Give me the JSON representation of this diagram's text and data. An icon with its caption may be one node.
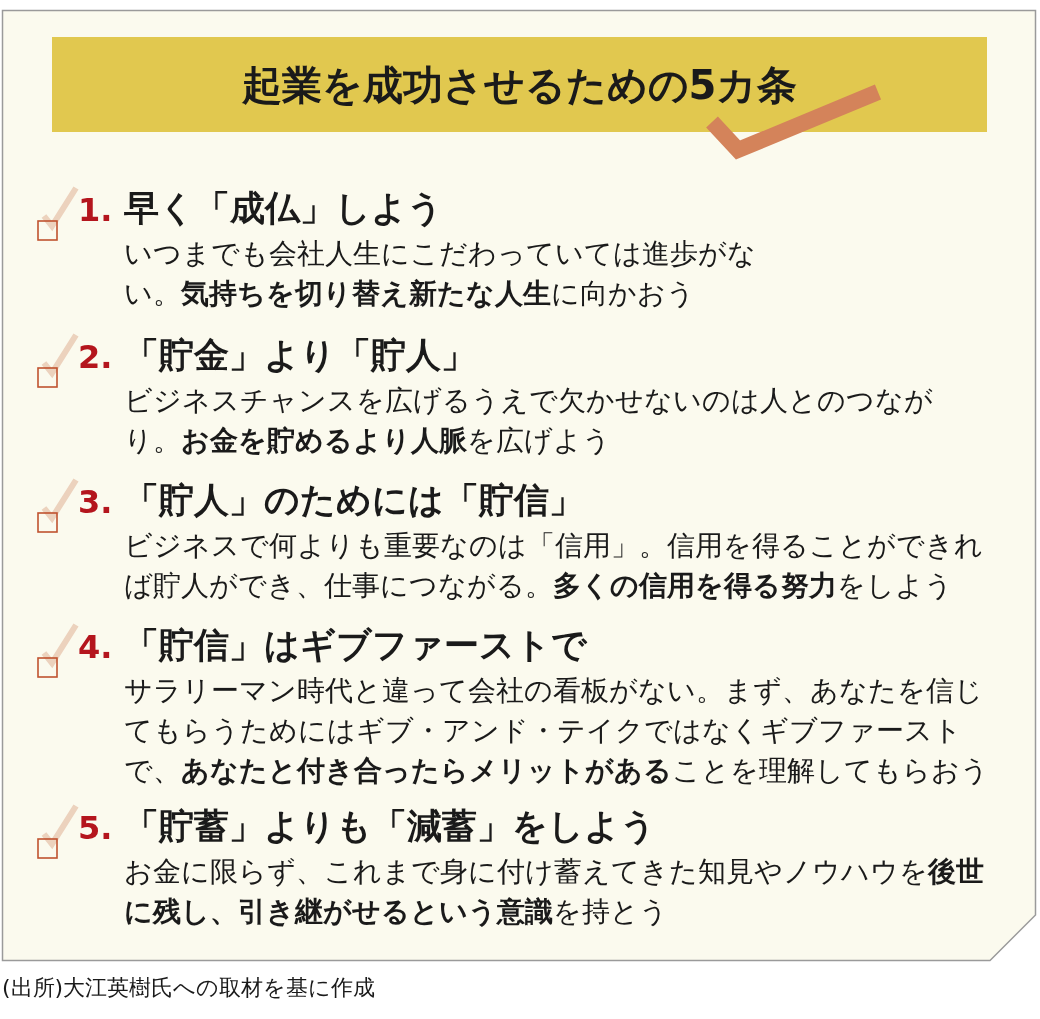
{
  "diagram": {
    "title": "起業を成功させるための5カ条",
    "labels": [
      "1.",
      "早く「成仏」しよう",
      "いつまでも会社人生にこだわっていては進歩がない。**気持ちを切り替え新たな人生**に向かおう",
      "2.",
      "「貯金」より「貯人」",
      "ビジネスチャンスを広げるうえで欠かせないのは人とのつながり。**お金を貯めるより人脈**を広げよう",
      "3.",
      "「貯人」のためには「貯信」",
      "ビジネスで何よりも重要なのは「信用」。信用を得ることができれば貯人ができ、仕事につながる。**多くの信用を得る努力**をしよう",
      "4.",
      "「貯信」はギブファーストで",
      "サラリーマン時代と違って会社の看板がない。まず、あなたを信じてもらうためにはギブ・アンド・テイクではなくギブファーストで、**あなたと付き合ったらメリットがある**ことを理解してもらおう",
      "5.",
      "「貯蓄」よりも「減蓄」をしよう",
      "お金に限らず、これまで身に付け蓄えてきた知見やノウハウを**後世に残し、引き継がせるという意識**を持とう"
    ],
    "caption": "(出所)大江英樹氏への取材を基に作成"
  }
}
